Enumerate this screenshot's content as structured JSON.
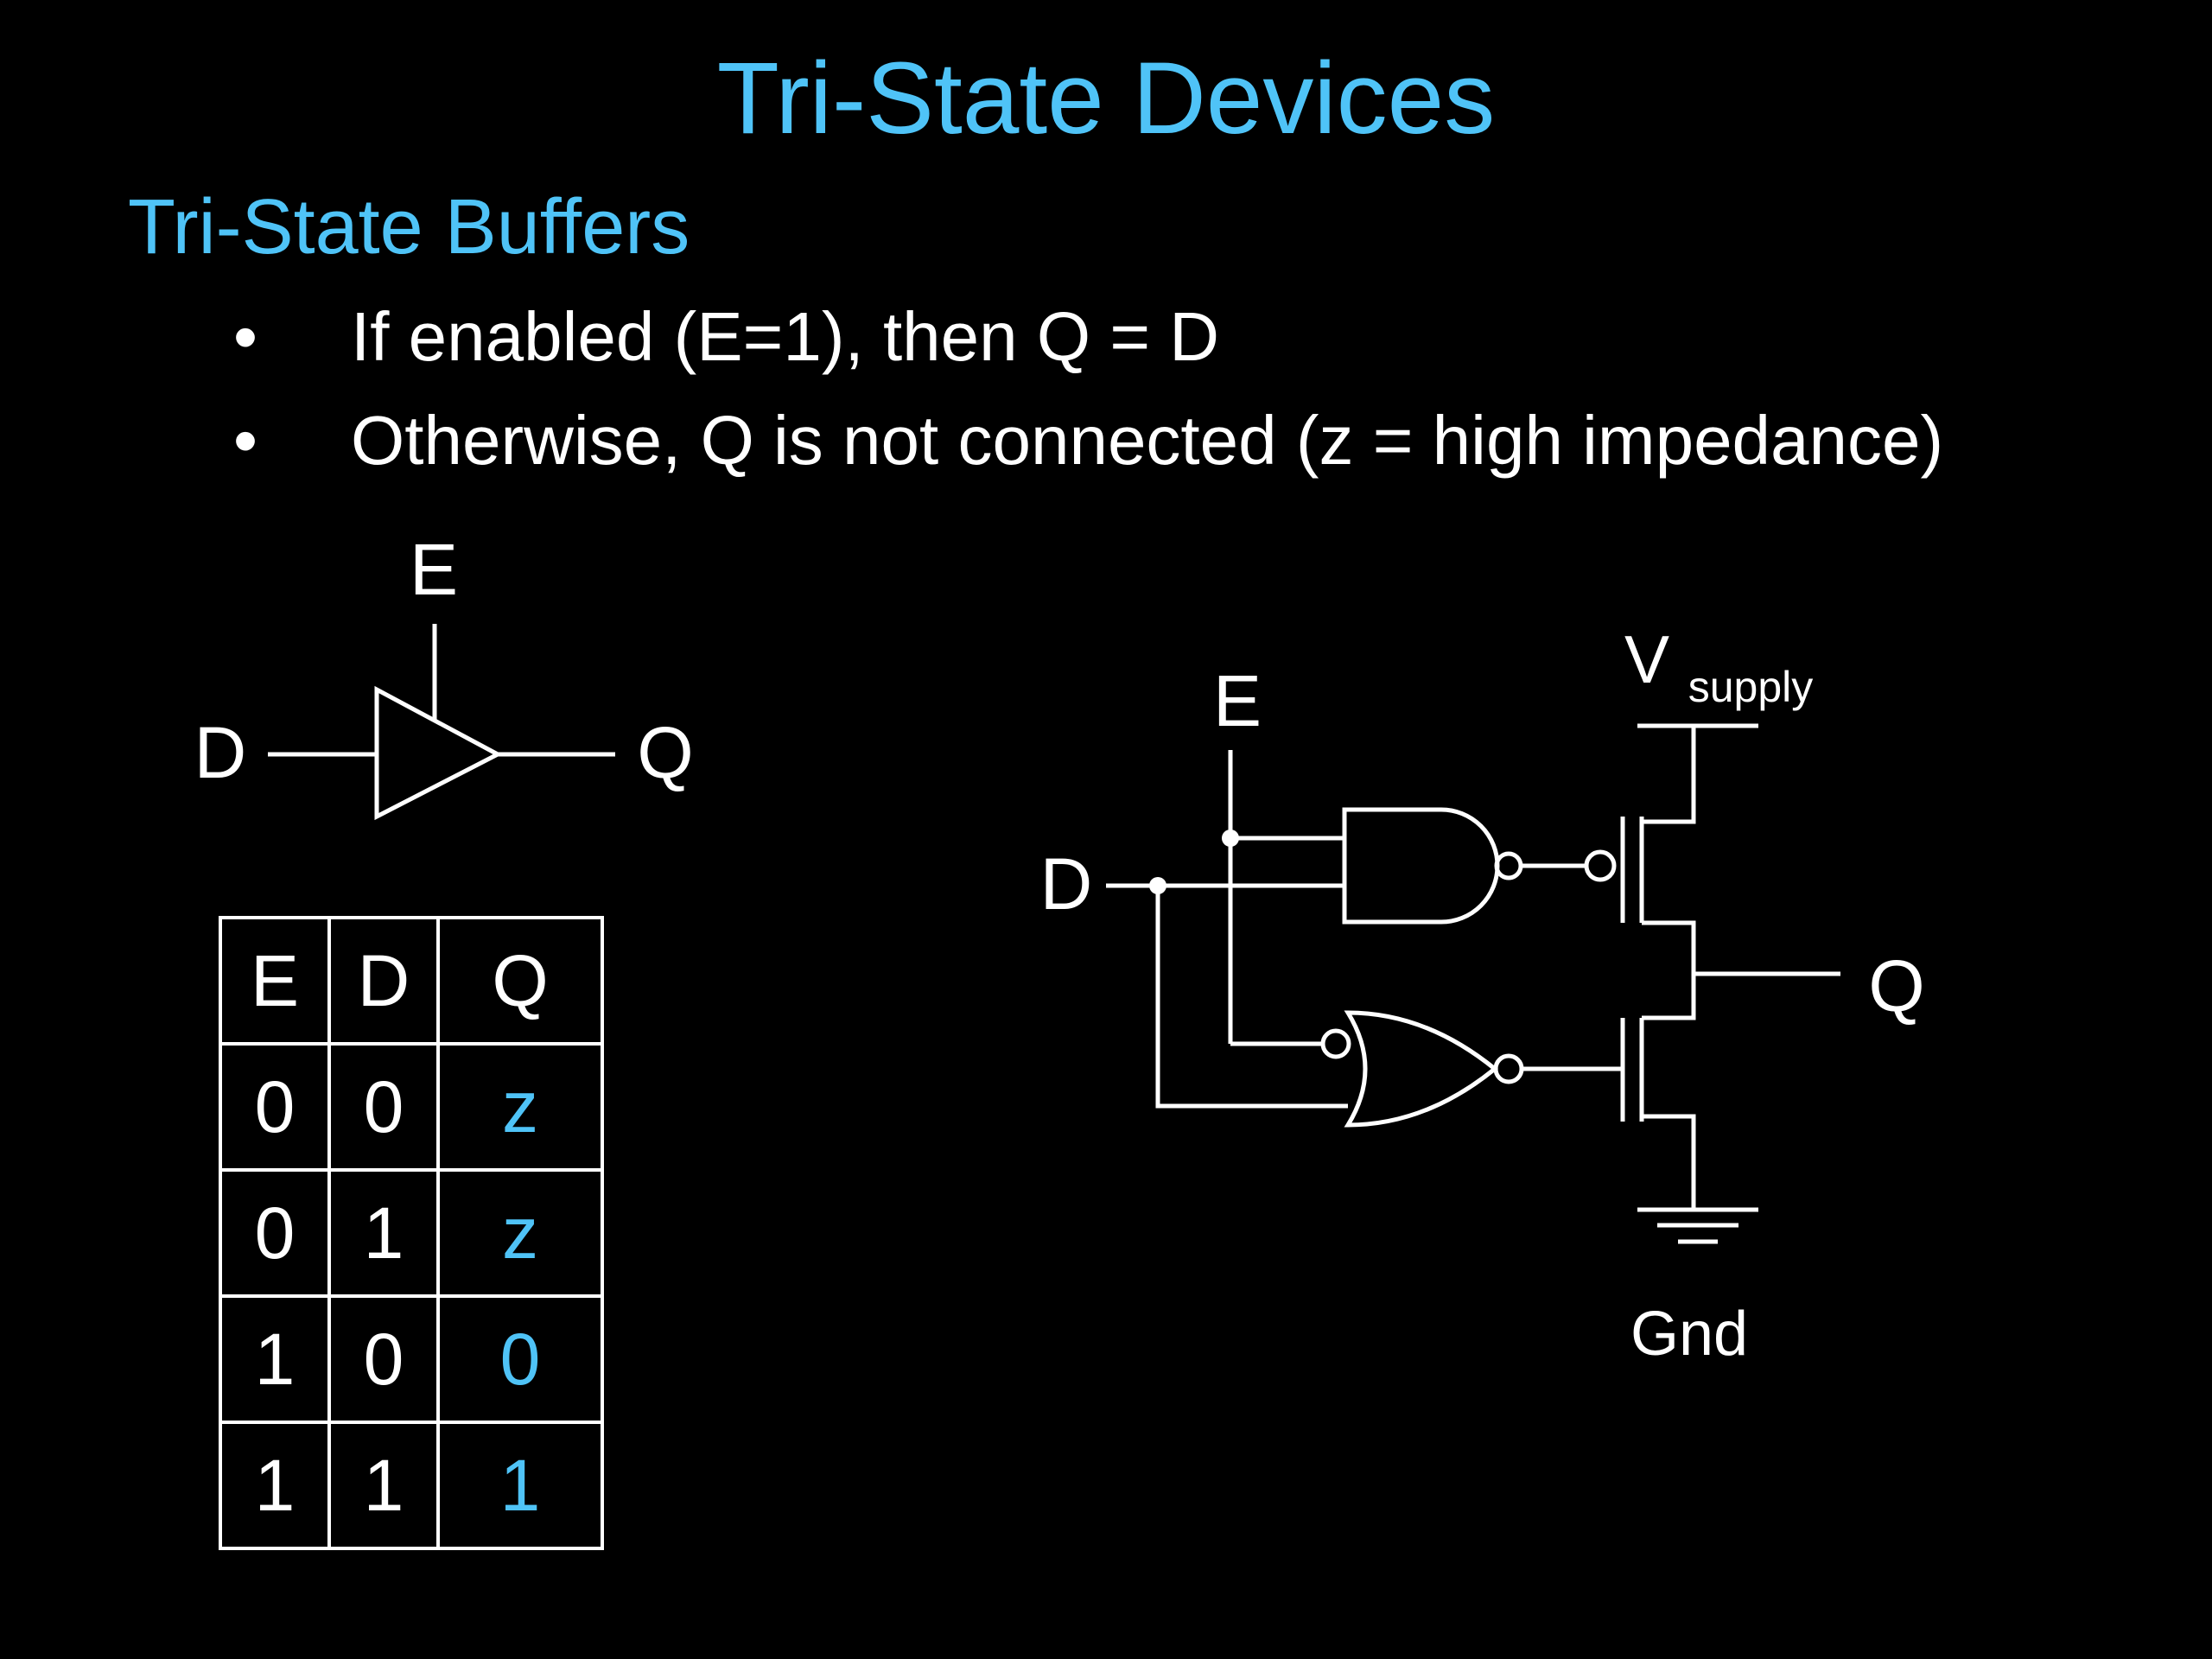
{
  "title": "Tri-State Devices",
  "subtitle": "Tri-State Buffers",
  "bullets": [
    "If enabled (E=1), then Q = D",
    "Otherwise, Q is not connected (z = high impedance)"
  ],
  "bullet_glyph": "•",
  "buffer_symbol": {
    "enable": "E",
    "input": "D",
    "output": "Q"
  },
  "truth_table": {
    "headers": [
      "E",
      "D",
      "Q"
    ],
    "rows": [
      [
        "0",
        "0",
        "z"
      ],
      [
        "0",
        "1",
        "z"
      ],
      [
        "1",
        "0",
        "0"
      ],
      [
        "1",
        "1",
        "1"
      ]
    ]
  },
  "circuit": {
    "enable": "E",
    "input": "D",
    "output": "Q",
    "supply_main": "V",
    "supply_sub": "supply",
    "ground": "Gnd"
  },
  "colors": {
    "accent": "#4fc3f7",
    "foreground": "#ffffff",
    "background": "#000000"
  }
}
